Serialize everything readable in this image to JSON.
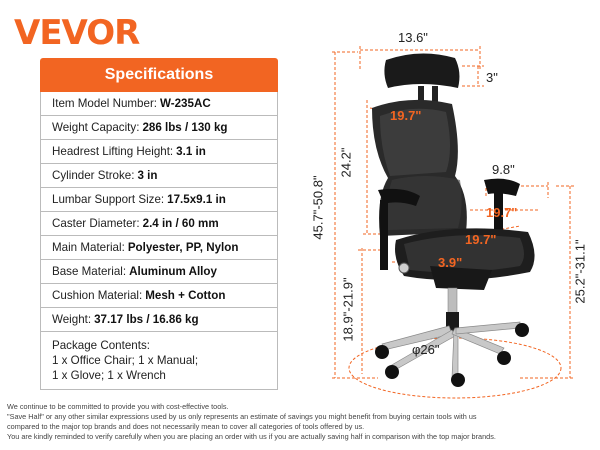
{
  "brand": "VEVOR",
  "specs": {
    "title": "Specifications",
    "rows": [
      {
        "label": "Item Model Number:",
        "value": "W-235AC"
      },
      {
        "label": "Weight Capacity:",
        "value": "286 lbs / 130 kg"
      },
      {
        "label": "Headrest Lifting Height:",
        "value": "3.1 in"
      },
      {
        "label": "Cylinder Stroke:",
        "value": "3 in"
      },
      {
        "label": "Lumbar Support Size:",
        "value": "17.5x9.1 in"
      },
      {
        "label": "Caster Diameter:",
        "value": "2.4 in / 60 mm"
      },
      {
        "label": "Main Material:",
        "value": "Polyester, PP, Nylon"
      },
      {
        "label": "Base Material:",
        "value": "Aluminum Alloy"
      },
      {
        "label": "Cushion Material:",
        "value": "Mesh + Cotton"
      },
      {
        "label": "Weight:",
        "value": "37.17 lbs / 16.86 kg"
      }
    ],
    "package": {
      "label": "Package Contents:",
      "line1": "1 x Office Chair; 1 x Manual;",
      "line2": "1 x Glove; 1 x Wrench"
    }
  },
  "dimensions": {
    "headrest_width": "13.6\"",
    "headrest_lift": "3\"",
    "back_width": "19.7\"",
    "back_height": "24.2\"",
    "total_height": "45.7\"-50.8\"",
    "armrest_width": "9.8\"",
    "seat_width": "19.7\"",
    "seat_depth": "19.7\"",
    "lumbar": "3.9\"",
    "seat_height": "18.9\"-21.9\"",
    "arm_height": "25.2\"-31.1\"",
    "base_diameter": "φ26\""
  },
  "disclaimer": [
    "We continue to be committed to provide you with cost-effective tools.",
    "\"Save Half\" or any other similar expressions used by us only represents an estimate of savings you might benefit from buying certain tools with us",
    "compared to the major top brands and does not necessarily mean to cover all categories of tools offered by us.",
    "You are kindly reminded to verify carefully when you are placing an order with us if you are actually saving half in comparison with the top major brands."
  ],
  "colors": {
    "accent": "#f26522",
    "mesh": "#1a1a1a"
  }
}
